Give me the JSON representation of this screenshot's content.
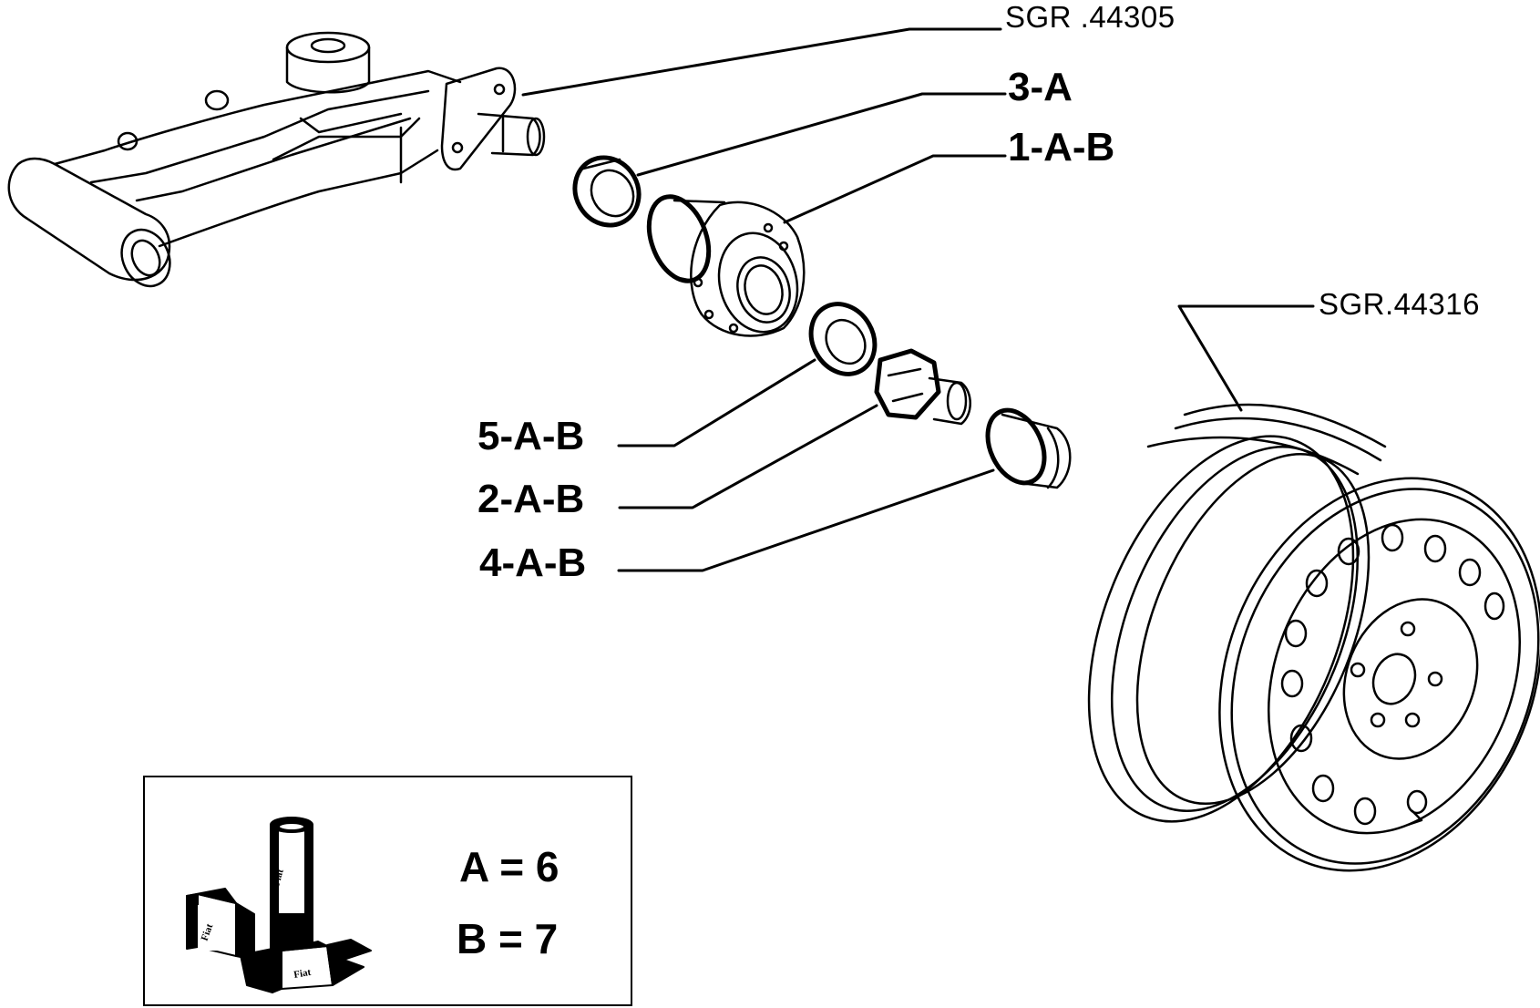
{
  "refs": {
    "arm": "SGR .44305",
    "wheel": "SGR.44316"
  },
  "parts": {
    "p3": "3-A",
    "p1": "1-A-B",
    "p5": "5-A-B",
    "p2": "2-A-B",
    "p4": "4-A-B"
  },
  "legend": {
    "line_a": "A = 6",
    "line_b": "B = 7",
    "brand_text": [
      "Fiat",
      "Fiat",
      "Fiat"
    ]
  },
  "colors": {
    "ink": "#000000",
    "paper": "#ffffff"
  },
  "icons": [
    "trailing-arm-drawing",
    "bearing-ring-drawing",
    "wheel-hub-drawing",
    "bearing-ring-drawing",
    "hub-nut-drawing",
    "dust-cap-drawing",
    "steel-wheel-drawing",
    "lubricant-containers-icon"
  ]
}
